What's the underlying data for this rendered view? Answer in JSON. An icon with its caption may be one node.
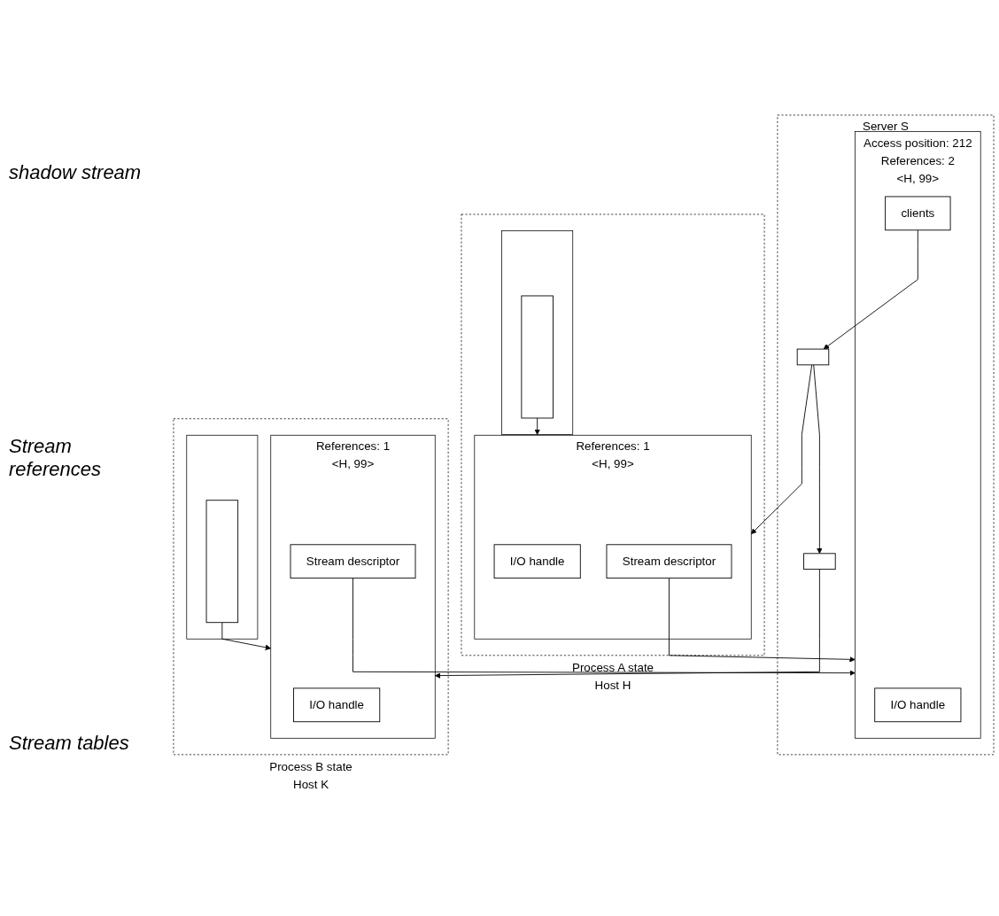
{
  "diagram": {
    "nodes": [
      {
        "text": [
          "Server S"
        ]
      },
      {
        "text": [
          "Access position: 212",
          "References: 2"
        ],
        "in": 0,
        "beside": [
          "<H, 99>"
        ]
      },
      {
        "text": [
          "I/O handle"
        ],
        "in": 1
      },
      {
        "text": [
          "clients"
        ],
        "in": 1
      },
      {
        "text": [],
        "shape": "box",
        "in": 0
      },
      {
        "text": [],
        "shape": "box",
        "in": 0
      },
      {
        "text": [
          "Process A state",
          "Host H"
        ]
      },
      {
        "text": [
          "References: 1"
        ],
        "in": 6,
        "beside": [
          "<H, 99>"
        ]
      },
      {
        "text": [
          "I/O handle"
        ],
        "in": 7
      },
      {
        "text": [
          "Stream descriptor"
        ],
        "in": 7
      },
      {
        "text": [],
        "shape": "box",
        "in": 6
      },
      {
        "text": [],
        "shape": "bar",
        "in": 10
      },
      {
        "text": [
          "Process B state",
          "Host K"
        ]
      },
      {
        "text": [
          "References: 1"
        ],
        "in": 12,
        "beside": [
          "<H, 99>"
        ]
      },
      {
        "text": [
          "I/O handle"
        ],
        "in": 13
      },
      {
        "text": [
          "Stream descriptor"
        ],
        "in": 13
      },
      {
        "text": [],
        "shape": "box",
        "in": 12
      },
      {
        "text": [],
        "shape": "bar",
        "in": 16
      }
    ],
    "edges": [
      {
        "from": 3,
        "to": 4,
        "arrow": "to"
      },
      {
        "from": 4,
        "to": 5,
        "arrow": "to"
      },
      {
        "from": 4,
        "to": 7,
        "arrow": "to"
      },
      {
        "from": 5,
        "to": 13,
        "arrow": "to"
      },
      {
        "from": 9,
        "to": 1,
        "arrow": "to"
      },
      {
        "from": 15,
        "to": 1,
        "arrow": "to"
      },
      {
        "from": 11,
        "to": 7,
        "arrow": "to"
      },
      {
        "from": 17,
        "to": 13,
        "arrow": "to"
      }
    ],
    "labels": [
      "shadow stream",
      "Stream references",
      "Stream tables"
    ]
  }
}
